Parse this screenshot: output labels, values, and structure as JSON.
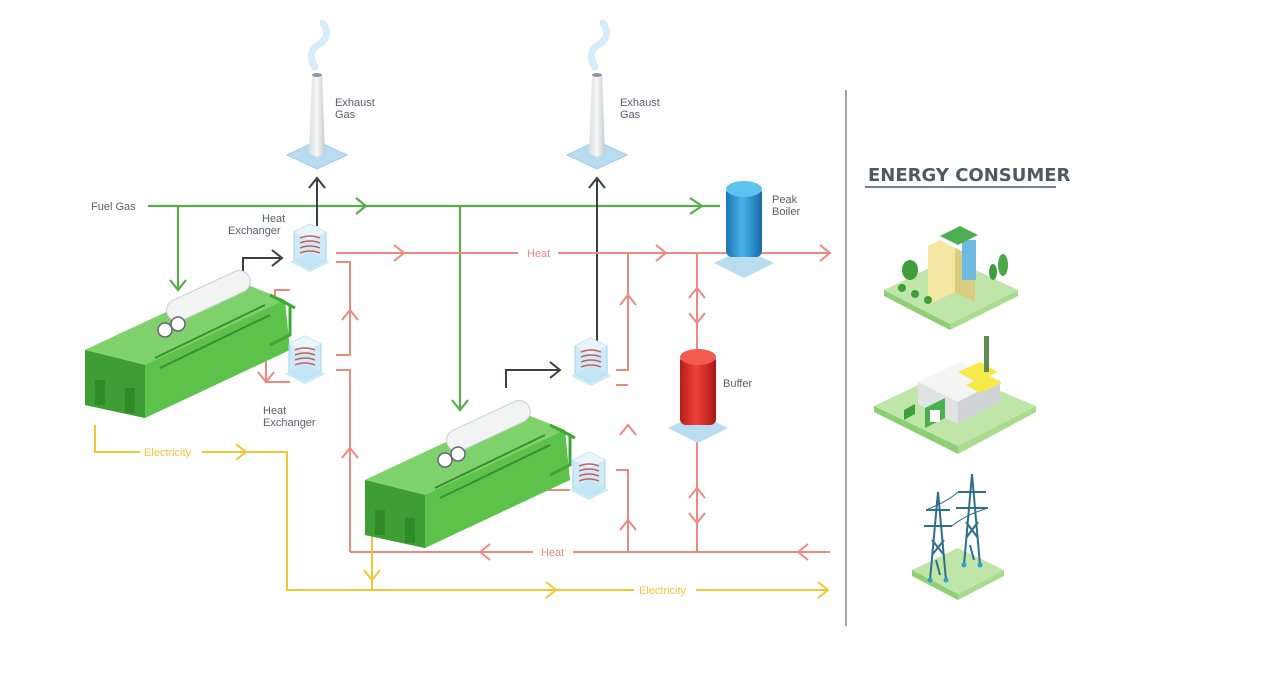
{
  "labels": {
    "fuel_gas": "Fuel Gas",
    "exhaust_gas_1_line1": "Exhaust",
    "exhaust_gas_1_line2": "Gas",
    "exhaust_gas_2_line1": "Exhaust",
    "exhaust_gas_2_line2": "Gas",
    "heat_exchanger_top_line1": "Heat",
    "heat_exchanger_top_line2": "Exchanger",
    "heat_exchanger_bottom_line1": "Heat",
    "heat_exchanger_bottom_line2": "Exchanger",
    "peak_boiler_line1": "Peak",
    "peak_boiler_line2": "Boiler",
    "buffer": "Buffer",
    "heat_top": "Heat",
    "heat_bottom": "Heat",
    "electricity_left": "Electricity",
    "electricity_bottom": "Electricity"
  },
  "consumer": {
    "title": "ENERGY CONSUMER",
    "items": [
      "residential-building",
      "industrial-plant",
      "power-grid"
    ]
  },
  "colors": {
    "fuel_gas": "#5aaa4e",
    "heat": "#ec8a80",
    "electricity": "#f3c535",
    "exhaust": "#3b3f44",
    "engine": "#5cc24a",
    "boiler": "#2b8fcf",
    "buffer": "#e0302a"
  }
}
